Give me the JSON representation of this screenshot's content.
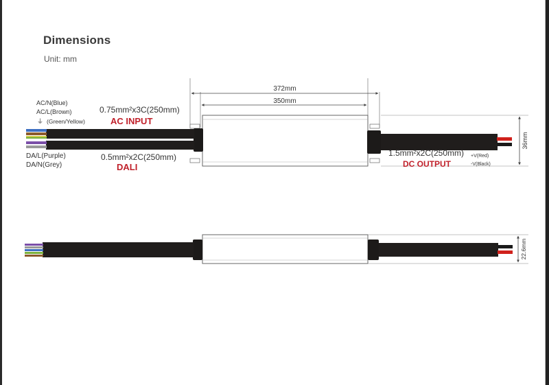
{
  "header": {
    "title": "Dimensions",
    "unit": "Unit: mm"
  },
  "dimensions": {
    "overall_length": "372mm",
    "body_length": "350mm",
    "height": "36mm",
    "thickness": "22.6mm"
  },
  "ac_input": {
    "wire_ac_n": "AC/N(Blue)",
    "wire_ac_l": "AC/L(Brown)",
    "wire_ground": "(Green/Yellow)",
    "ground_symbol": "⏚",
    "cable_spec": "0.75mm²x3C(250mm)",
    "label": "AC INPUT"
  },
  "dali": {
    "wire_da_l": "DA/L(Purple)",
    "wire_da_n": "DA/N(Grey)",
    "cable_spec": "0.5mm²x2C(250mm)",
    "label": "DALI"
  },
  "dc_output": {
    "cable_spec": "1.5mm²x2C(250mm)",
    "wire_pos": "+V(Red)",
    "wire_neg": "-V(Black)",
    "label": "DC OUTPUT"
  },
  "colors": {
    "red_label": "#c0202a",
    "cable": "#201d1c",
    "wire_blue": "#3d6fc2",
    "wire_brown": "#8a5a2b",
    "wire_green": "#7bb13c",
    "wire_purple": "#7b4fa8",
    "wire_grey": "#9a9a9a",
    "wire_red": "#d0211c"
  }
}
